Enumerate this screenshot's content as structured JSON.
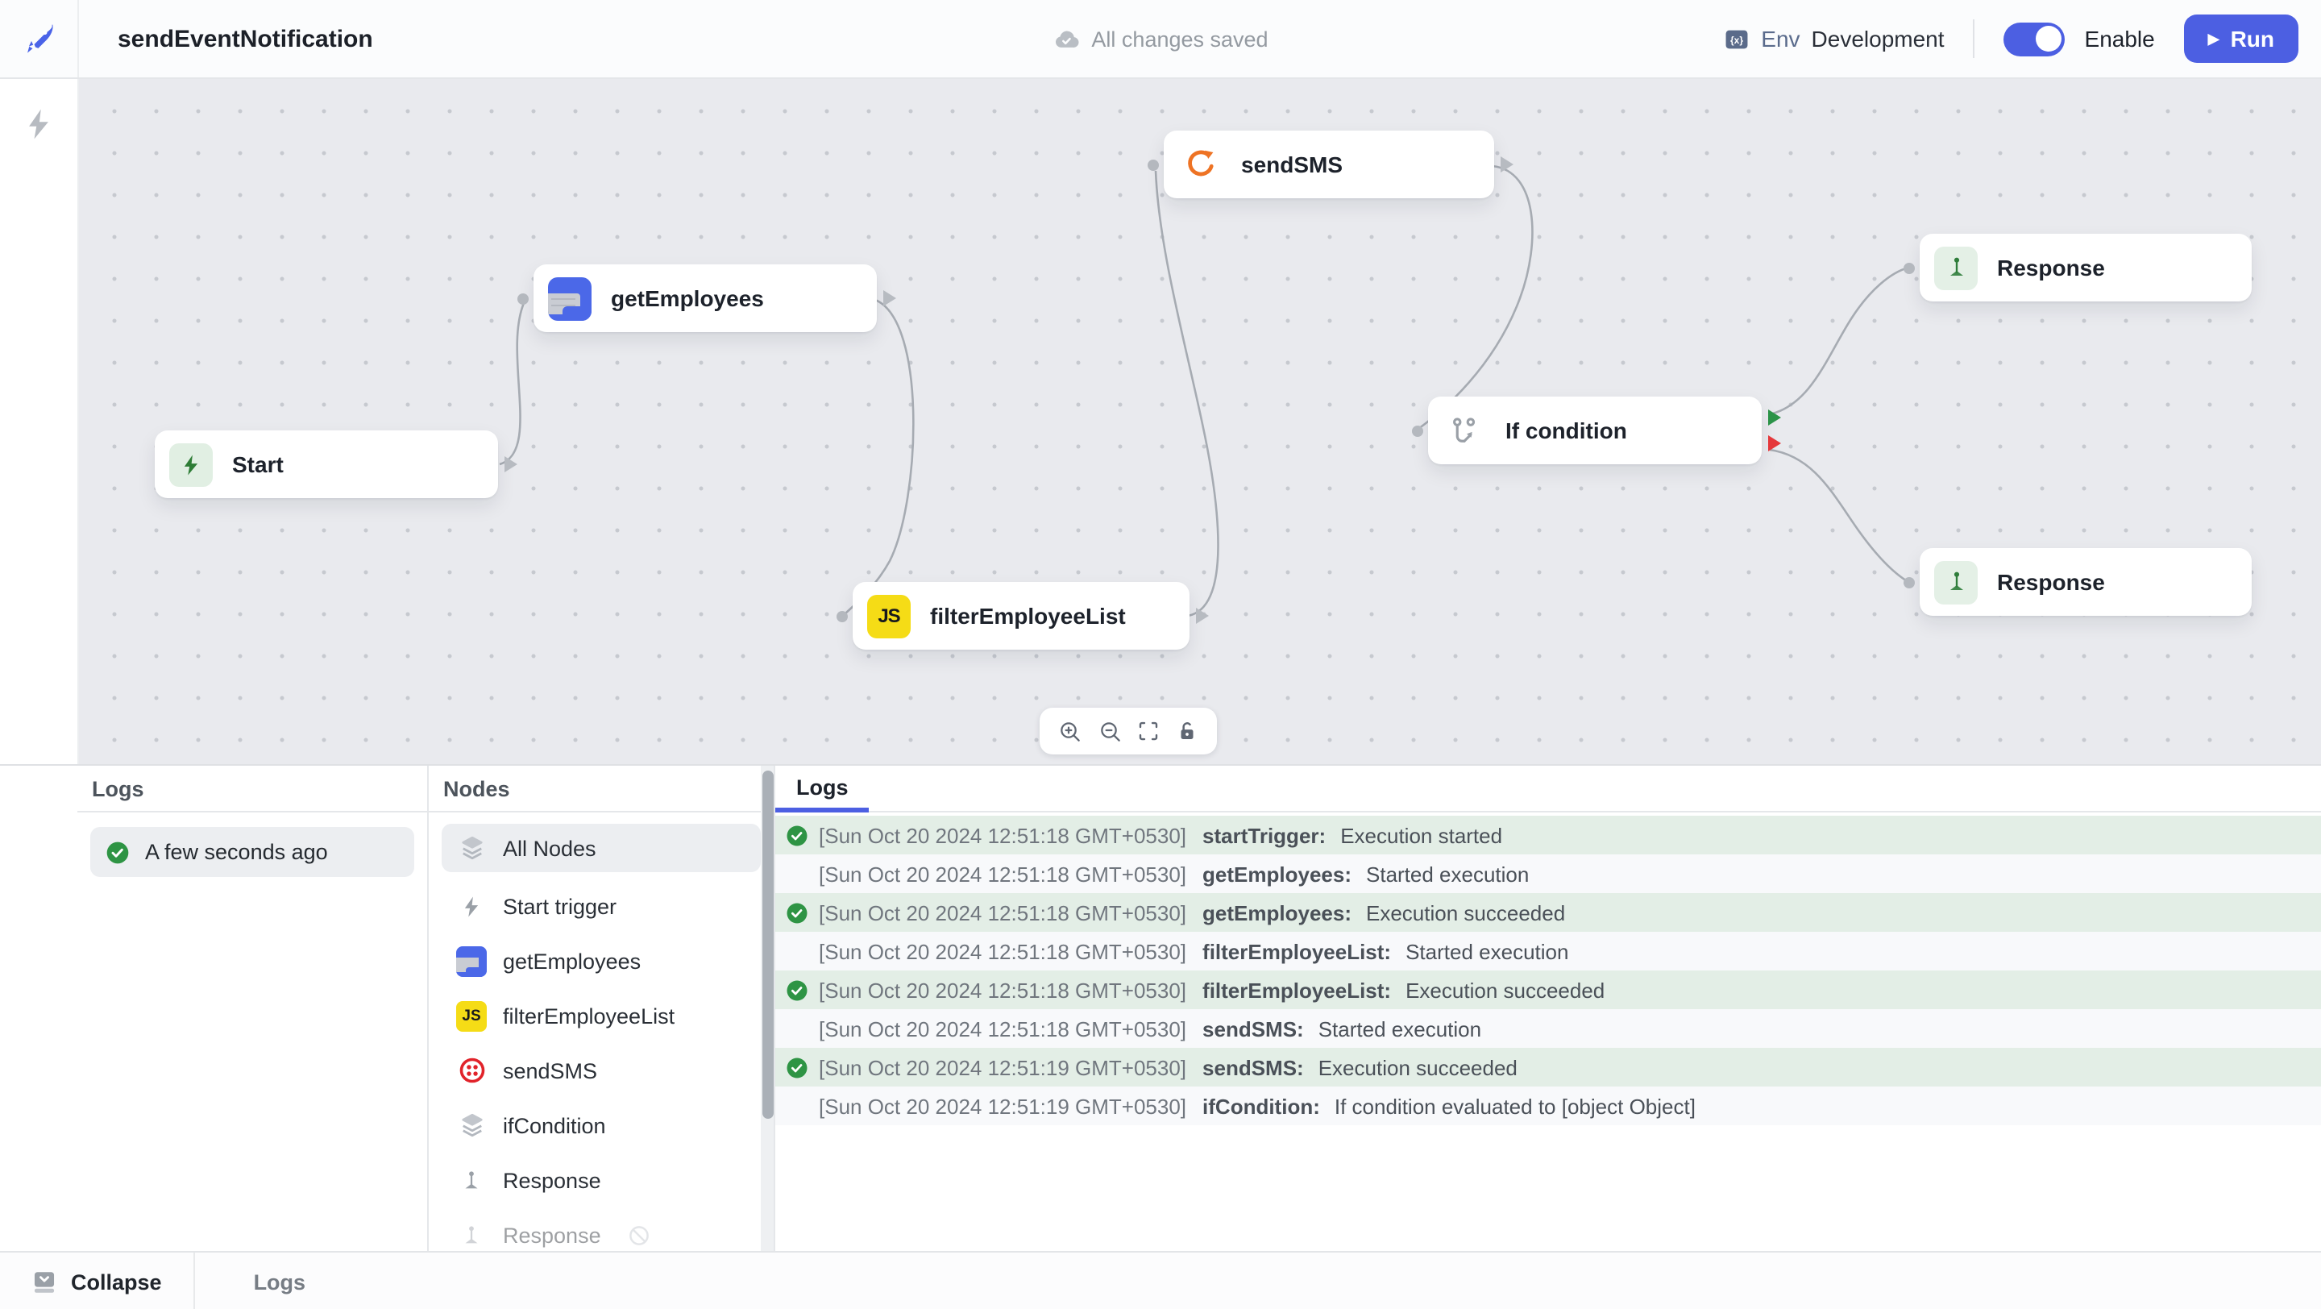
{
  "header": {
    "title": "sendEventNotification",
    "save_status": "All changes saved",
    "env_label": "Env",
    "env_value": "Development",
    "enable_label": "Enable",
    "run_label": "Run"
  },
  "colors": {
    "accent": "#4c5fe2",
    "success": "#2e9444",
    "danger": "#e5383b",
    "canvas_bg": "#e9eaee"
  },
  "canvas": {
    "nodes": [
      {
        "id": "start",
        "label": "Start",
        "icon": "lightning-icon"
      },
      {
        "id": "getEmployees",
        "label": "getEmployees",
        "icon": "table-icon"
      },
      {
        "id": "sendSMS",
        "label": "sendSMS",
        "icon": "loop-icon"
      },
      {
        "id": "filterEmployeeList",
        "label": "filterEmployeeList",
        "icon": "js-icon"
      },
      {
        "id": "ifCondition",
        "label": "If condition",
        "icon": "branch-icon"
      },
      {
        "id": "response1",
        "label": "Response",
        "icon": "pin-icon"
      },
      {
        "id": "response2",
        "label": "Response",
        "icon": "pin-icon"
      }
    ],
    "toolbar_icons": [
      "zoom-in",
      "zoom-out",
      "fit-view",
      "lock"
    ]
  },
  "logs_panel": {
    "left": {
      "header": "Logs",
      "items": [
        {
          "label": "A few seconds ago",
          "status": "success"
        }
      ]
    },
    "nodes": {
      "header": "Nodes",
      "items": [
        {
          "label": "All Nodes",
          "icon": "layers-icon",
          "selected": true
        },
        {
          "label": "Start trigger",
          "icon": "lightning-icon"
        },
        {
          "label": "getEmployees",
          "icon": "table-icon"
        },
        {
          "label": "filterEmployeeList",
          "icon": "js-icon"
        },
        {
          "label": "sendSMS",
          "icon": "twilio-icon"
        },
        {
          "label": "ifCondition",
          "icon": "layers-icon"
        },
        {
          "label": "Response",
          "icon": "pin-icon"
        },
        {
          "label": "Response",
          "icon": "pin-icon",
          "disabled": true
        }
      ]
    },
    "logs": {
      "tab": "Logs",
      "rows": [
        {
          "time": "[Sun Oct 20 2024 12:51:18 GMT+0530]",
          "node": "startTrigger:",
          "message": "Execution started",
          "success": true
        },
        {
          "time": "[Sun Oct 20 2024 12:51:18 GMT+0530]",
          "node": "getEmployees:",
          "message": "Started execution",
          "success": false
        },
        {
          "time": "[Sun Oct 20 2024 12:51:18 GMT+0530]",
          "node": "getEmployees:",
          "message": "Execution succeeded",
          "success": true
        },
        {
          "time": "[Sun Oct 20 2024 12:51:18 GMT+0530]",
          "node": "filterEmployeeList:",
          "message": "Started execution",
          "success": false
        },
        {
          "time": "[Sun Oct 20 2024 12:51:18 GMT+0530]",
          "node": "filterEmployeeList:",
          "message": "Execution succeeded",
          "success": true
        },
        {
          "time": "[Sun Oct 20 2024 12:51:18 GMT+0530]",
          "node": "sendSMS:",
          "message": "Started execution",
          "success": false
        },
        {
          "time": "[Sun Oct 20 2024 12:51:19 GMT+0530]",
          "node": "sendSMS:",
          "message": "Execution succeeded",
          "success": true
        },
        {
          "time": "[Sun Oct 20 2024 12:51:19 GMT+0530]",
          "node": "ifCondition:",
          "message": "If condition evaluated to [object Object]",
          "success": false
        }
      ]
    }
  },
  "footer": {
    "collapse_label": "Collapse",
    "logs_label": "Logs"
  }
}
